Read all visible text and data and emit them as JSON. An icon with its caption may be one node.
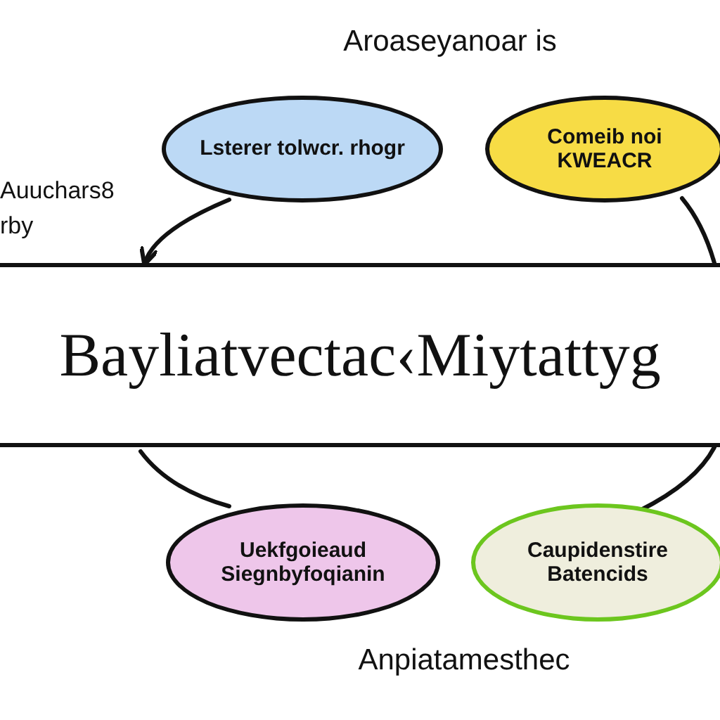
{
  "diagram": {
    "title": "Aroaseyanoar is",
    "caption": "Anpiatamesthec",
    "nodes": [
      {
        "text": [
          "Bayliatvectac‹Miytattyg"
        ]
      },
      {
        "text": [
          "Lsterer tolwcr. rhogr"
        ]
      },
      {
        "text": [
          "Comeib noi KWEACR"
        ]
      },
      {
        "text": [
          "Uekfgoieaud Siegnbyfoqianin"
        ]
      },
      {
        "text": [
          "Caupidenstire Batencids"
        ]
      }
    ],
    "edges": [
      {
        "from": 1,
        "to": 0,
        "arrow": "to"
      },
      {
        "from": 2,
        "to": 0,
        "arrow": "none"
      },
      {
        "from": 0,
        "to": 3,
        "arrow": "none"
      },
      {
        "from": 4,
        "to": 0,
        "arrow": "none"
      }
    ],
    "labels": [
      "Auuchars8 rby"
    ]
  }
}
